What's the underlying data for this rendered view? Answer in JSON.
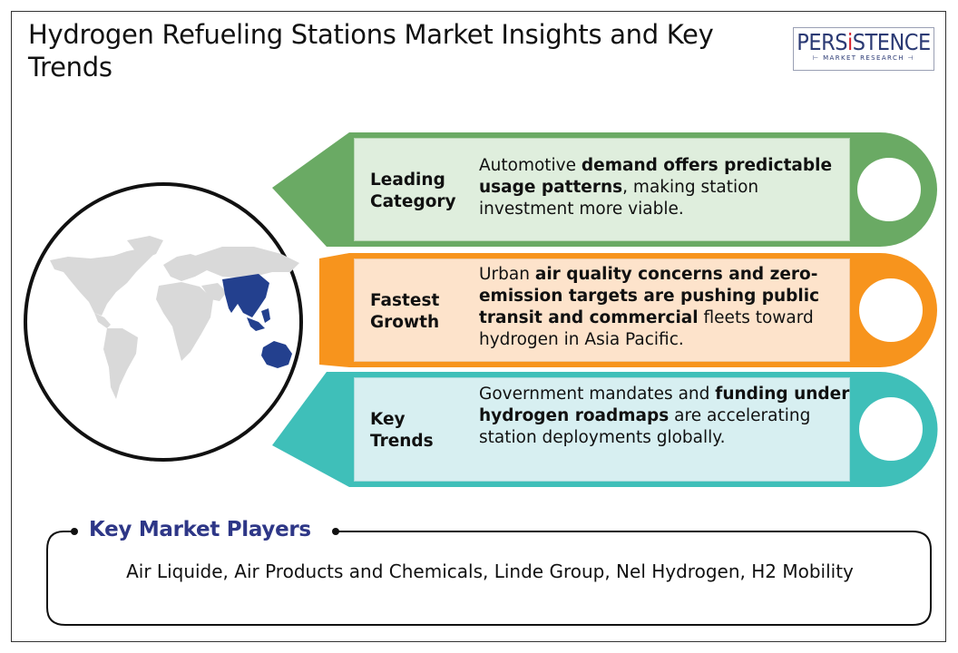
{
  "header": {
    "title": "Hydrogen Refueling Stations Market Insights and Key Trends",
    "logo": {
      "brand_pre": "PERS",
      "brand_i": "i",
      "brand_post": "STENCE",
      "tagline": "MARKET RESEARCH"
    }
  },
  "map": {
    "icon": "world-map-icon",
    "highlighted_region": "Asia Pacific",
    "colors": {
      "land": "#d9d9d9",
      "highlight": "#23408e"
    }
  },
  "insights": [
    {
      "label_line1": "Leading",
      "label_line2": "Category",
      "segments": [
        {
          "t": "Automotive ",
          "b": false
        },
        {
          "t": "demand offers predictable usage patterns",
          "b": true
        },
        {
          "t": ", making station investment more viable.",
          "b": false
        }
      ],
      "color": "#6aaa64",
      "panel_bg": "#dfeedd"
    },
    {
      "label_line1": "Fastest",
      "label_line2": "Growth",
      "segments": [
        {
          "t": "Urban ",
          "b": false
        },
        {
          "t": "air quality concerns and zero-emission targets are pushing public transit and commercial",
          "b": true
        },
        {
          "t": " fleets toward hydrogen in Asia Pacific.",
          "b": false
        }
      ],
      "color": "#f7941d",
      "panel_bg": "#fde3cb"
    },
    {
      "label_line1": "Key",
      "label_line2": "Trends",
      "segments": [
        {
          "t": "Government mandates and ",
          "b": false
        },
        {
          "t": "funding under hydrogen roadmaps",
          "b": true
        },
        {
          "t": " are accelerating station deployments globally.",
          "b": false
        }
      ],
      "color": "#3fbfb9",
      "panel_bg": "#d7eff1"
    }
  ],
  "players": {
    "heading": "Key Market Players",
    "list": "Air Liquide, Air Products and Chemicals, Linde Group, Nel Hydrogen, H2 Mobility"
  }
}
